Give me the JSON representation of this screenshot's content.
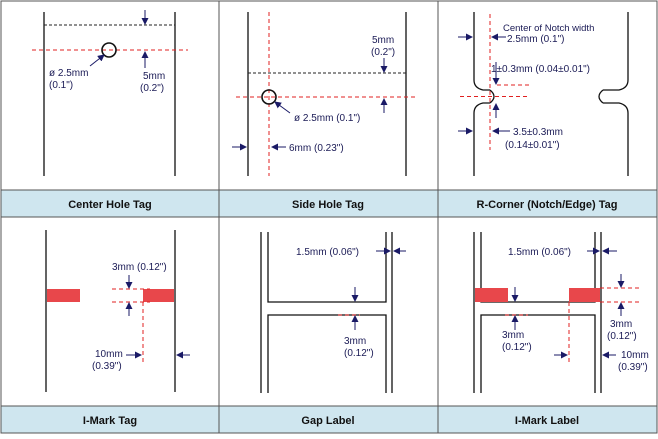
{
  "colors": {
    "caption_band": "#cfe6ef",
    "mark": "#e8474b",
    "guide": "#e02020",
    "arrow": "#1a1a66"
  },
  "panels": [
    {
      "caption": "Center Hole Tag",
      "labels": {
        "dia_mm": "ø 2.5mm",
        "dia_in": "(0.1\")",
        "off_mm": "5mm",
        "off_in": "(0.2\")"
      }
    },
    {
      "caption": "Side Hole Tag",
      "labels": {
        "top_mm": "5mm",
        "top_in": "(0.2\")",
        "dia": "ø 2.5mm (0.1\")",
        "side": "6mm (0.23\")"
      }
    },
    {
      "caption": "R-Corner (Notch/Edge) Tag",
      "labels": {
        "center_title": "Center of Notch width",
        "center_val": "2.5mm (0.1\")",
        "depth": "1±0.3mm (0.04±0.01\")",
        "width_mm": "3.5±0.3mm",
        "width_in": "(0.14±0.01\")"
      }
    },
    {
      "caption": "I-Mark Tag",
      "labels": {
        "mark_h": "3mm (0.12\")",
        "mark_w_mm": "10mm",
        "mark_w_in": "(0.39\")"
      }
    },
    {
      "caption": "Gap Label",
      "labels": {
        "edge": "1.5mm (0.06\")",
        "gap_mm": "3mm",
        "gap_in": "(0.12\")"
      }
    },
    {
      "caption": "I-Mark Label",
      "labels": {
        "edge": "1.5mm (0.06\")",
        "h_mm": "3mm",
        "h_in": "(0.12\")",
        "h2_mm": "3mm",
        "h2_in": "(0.12\")",
        "w_mm": "10mm",
        "w_in": "(0.39\")"
      }
    }
  ]
}
